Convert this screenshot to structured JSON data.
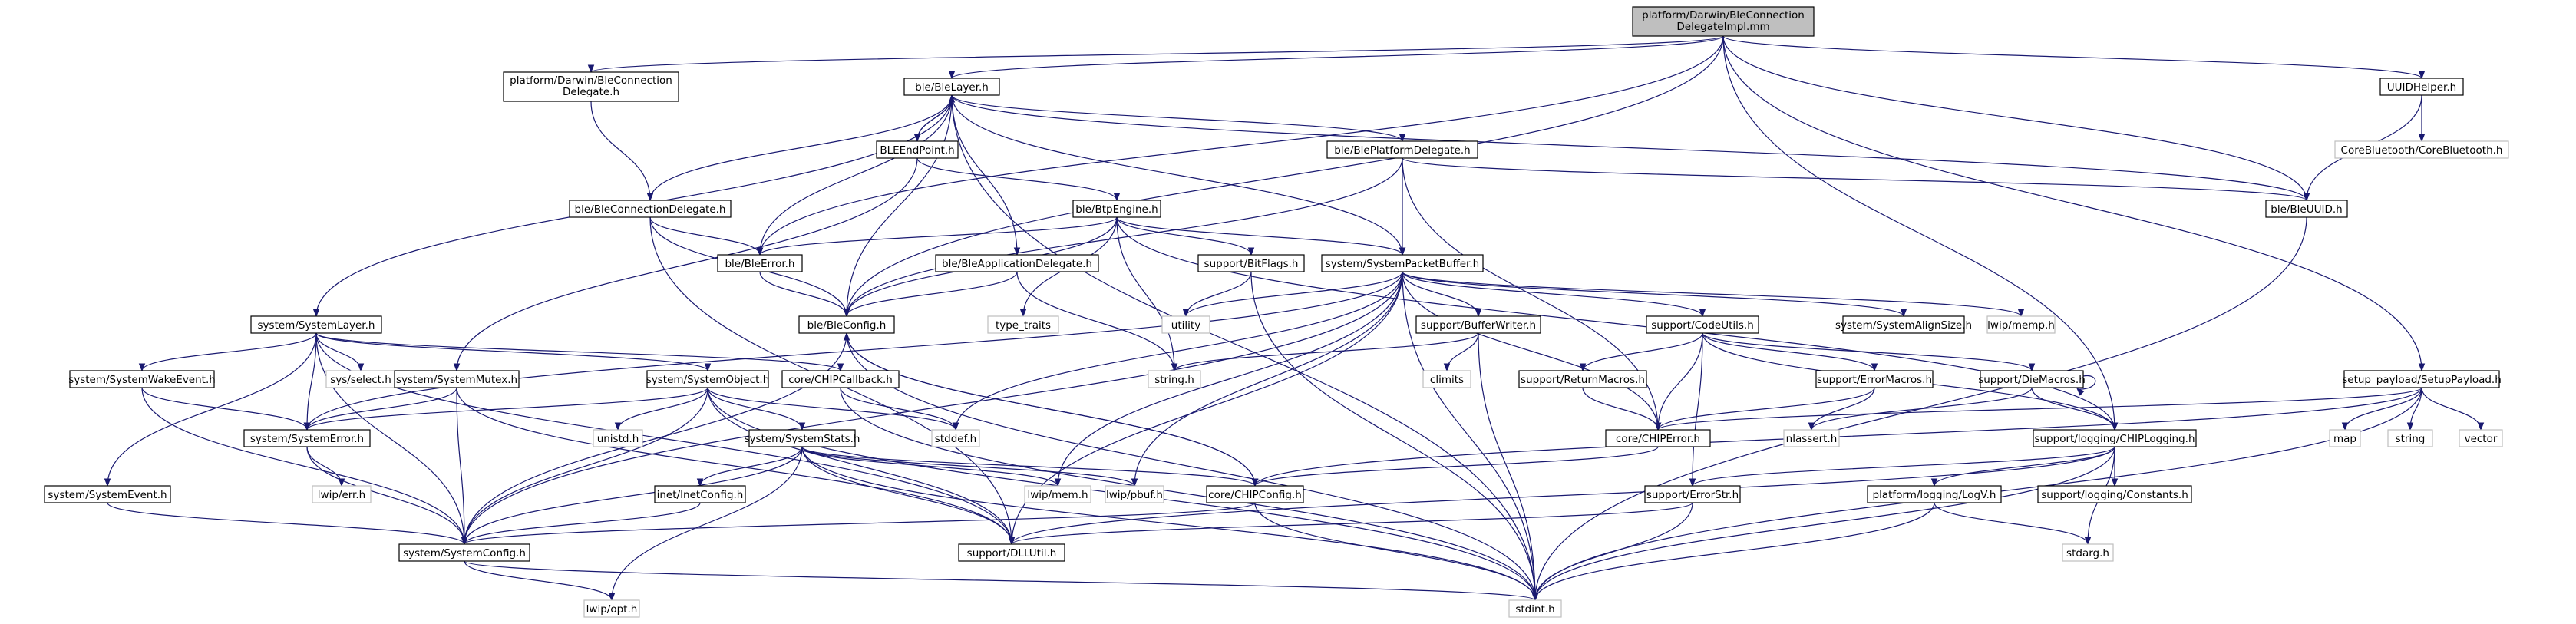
{
  "nodes": [
    {
      "id": "root",
      "lines": [
        "platform/Darwin/BleConnection",
        "DelegateImpl.mm"
      ],
      "kind": "root"
    },
    {
      "id": "pdbcd",
      "lines": [
        "platform/Darwin/BleConnection",
        "Delegate.h"
      ],
      "kind": "doc"
    },
    {
      "id": "blelayer",
      "lines": [
        "ble/BleLayer.h"
      ],
      "kind": "doc"
    },
    {
      "id": "uuidhelper",
      "lines": [
        "UUIDHelper.h"
      ],
      "kind": "doc"
    },
    {
      "id": "corebt",
      "lines": [
        "CoreBluetooth/CoreBluetooth.h"
      ],
      "kind": "ext"
    },
    {
      "id": "bleendpoint",
      "lines": [
        "BLEEndPoint.h"
      ],
      "kind": "doc"
    },
    {
      "id": "bleplatdel",
      "lines": [
        "ble/BlePlatformDelegate.h"
      ],
      "kind": "doc"
    },
    {
      "id": "bleuuid",
      "lines": [
        "ble/BleUUID.h"
      ],
      "kind": "doc"
    },
    {
      "id": "bleconndel",
      "lines": [
        "ble/BleConnectionDelegate.h"
      ],
      "kind": "doc"
    },
    {
      "id": "btpengine",
      "lines": [
        "ble/BtpEngine.h"
      ],
      "kind": "doc"
    },
    {
      "id": "bleerror",
      "lines": [
        "ble/BleError.h"
      ],
      "kind": "doc"
    },
    {
      "id": "bleappdel",
      "lines": [
        "ble/BleApplicationDelegate.h"
      ],
      "kind": "doc"
    },
    {
      "id": "bitflags",
      "lines": [
        "support/BitFlags.h"
      ],
      "kind": "doc"
    },
    {
      "id": "spb",
      "lines": [
        "system/SystemPacketBuffer.h"
      ],
      "kind": "doc"
    },
    {
      "id": "setuppayload",
      "lines": [
        "setup_payload/SetupPayload.h"
      ],
      "kind": "doc"
    },
    {
      "id": "syslayer",
      "lines": [
        "system/SystemLayer.h"
      ],
      "kind": "doc"
    },
    {
      "id": "bleconfig",
      "lines": [
        "ble/BleConfig.h"
      ],
      "kind": "doc"
    },
    {
      "id": "typetraits",
      "lines": [
        "type_traits"
      ],
      "kind": "ext"
    },
    {
      "id": "utility",
      "lines": [
        "utility"
      ],
      "kind": "ext"
    },
    {
      "id": "bufwriter",
      "lines": [
        "support/BufferWriter.h"
      ],
      "kind": "doc"
    },
    {
      "id": "codeutils",
      "lines": [
        "support/CodeUtils.h"
      ],
      "kind": "doc"
    },
    {
      "id": "sysalign",
      "lines": [
        "system/SystemAlignSize.h"
      ],
      "kind": "doc"
    },
    {
      "id": "lwipmemp",
      "lines": [
        "lwip/memp.h"
      ],
      "kind": "ext"
    },
    {
      "id": "syswake",
      "lines": [
        "system/SystemWakeEvent.h"
      ],
      "kind": "doc"
    },
    {
      "id": "sysselect",
      "lines": [
        "sys/select.h"
      ],
      "kind": "ext"
    },
    {
      "id": "sysmutex",
      "lines": [
        "system/SystemMutex.h"
      ],
      "kind": "doc"
    },
    {
      "id": "sysobject",
      "lines": [
        "system/SystemObject.h"
      ],
      "kind": "doc"
    },
    {
      "id": "chipcallback",
      "lines": [
        "core/CHIPCallback.h"
      ],
      "kind": "doc"
    },
    {
      "id": "climits",
      "lines": [
        "climits"
      ],
      "kind": "ext"
    },
    {
      "id": "stringh",
      "lines": [
        "string.h"
      ],
      "kind": "ext"
    },
    {
      "id": "retmacros",
      "lines": [
        "support/ReturnMacros.h"
      ],
      "kind": "doc"
    },
    {
      "id": "errmacros",
      "lines": [
        "support/ErrorMacros.h"
      ],
      "kind": "doc"
    },
    {
      "id": "diemacros",
      "lines": [
        "support/DieMacros.h"
      ],
      "kind": "doc"
    },
    {
      "id": "map",
      "lines": [
        "map"
      ],
      "kind": "ext"
    },
    {
      "id": "string",
      "lines": [
        "string"
      ],
      "kind": "ext"
    },
    {
      "id": "vector",
      "lines": [
        "vector"
      ],
      "kind": "ext"
    },
    {
      "id": "syserror",
      "lines": [
        "system/SystemError.h"
      ],
      "kind": "doc"
    },
    {
      "id": "unistd",
      "lines": [
        "unistd.h"
      ],
      "kind": "ext"
    },
    {
      "id": "stddef",
      "lines": [
        "stddef.h"
      ],
      "kind": "ext"
    },
    {
      "id": "chiperror",
      "lines": [
        "core/CHIPError.h"
      ],
      "kind": "doc"
    },
    {
      "id": "nlassert",
      "lines": [
        "nlassert.h"
      ],
      "kind": "ext"
    },
    {
      "id": "chiplogging",
      "lines": [
        "support/logging/CHIPLogging.h"
      ],
      "kind": "doc"
    },
    {
      "id": "sysstats",
      "lines": [
        "system/SystemStats.h"
      ],
      "kind": "doc"
    },
    {
      "id": "lwiperr",
      "lines": [
        "lwip/err.h"
      ],
      "kind": "ext"
    },
    {
      "id": "sysevent",
      "lines": [
        "system/SystemEvent.h"
      ],
      "kind": "doc"
    },
    {
      "id": "inetconfig",
      "lines": [
        "inet/InetConfig.h"
      ],
      "kind": "doc"
    },
    {
      "id": "lwipmem",
      "lines": [
        "lwip/mem.h"
      ],
      "kind": "ext"
    },
    {
      "id": "lwippbuf",
      "lines": [
        "lwip/pbuf.h"
      ],
      "kind": "ext"
    },
    {
      "id": "chipconfig",
      "lines": [
        "core/CHIPConfig.h"
      ],
      "kind": "doc"
    },
    {
      "id": "errorstr",
      "lines": [
        "support/ErrorStr.h"
      ],
      "kind": "doc"
    },
    {
      "id": "logv",
      "lines": [
        "platform/logging/LogV.h"
      ],
      "kind": "doc"
    },
    {
      "id": "logconst",
      "lines": [
        "support/logging/Constants.h"
      ],
      "kind": "doc"
    },
    {
      "id": "sysconfig",
      "lines": [
        "system/SystemConfig.h"
      ],
      "kind": "doc"
    },
    {
      "id": "dllutil",
      "lines": [
        "support/DLLUtil.h"
      ],
      "kind": "doc"
    },
    {
      "id": "stdarg",
      "lines": [
        "stdarg.h"
      ],
      "kind": "ext"
    },
    {
      "id": "lwipopt",
      "lines": [
        "lwip/opt.h"
      ],
      "kind": "ext"
    },
    {
      "id": "stdint",
      "lines": [
        "stdint.h"
      ],
      "kind": "ext"
    }
  ],
  "edges": [
    [
      "root",
      "pdbcd"
    ],
    [
      "root",
      "blelayer"
    ],
    [
      "root",
      "uuidhelper"
    ],
    [
      "root",
      "bleuuid"
    ],
    [
      "root",
      "bleerror"
    ],
    [
      "root",
      "bleconfig"
    ],
    [
      "root",
      "chiplogging"
    ],
    [
      "root",
      "setuppayload"
    ],
    [
      "pdbcd",
      "bleconndel"
    ],
    [
      "blelayer",
      "bleendpoint"
    ],
    [
      "blelayer",
      "bleplatdel"
    ],
    [
      "blelayer",
      "bleuuid"
    ],
    [
      "blelayer",
      "bleconndel"
    ],
    [
      "blelayer",
      "bleerror"
    ],
    [
      "blelayer",
      "bleappdel"
    ],
    [
      "blelayer",
      "spb"
    ],
    [
      "blelayer",
      "syslayer"
    ],
    [
      "blelayer",
      "bleconfig"
    ],
    [
      "blelayer",
      "stdint"
    ],
    [
      "uuidhelper",
      "corebt"
    ],
    [
      "uuidhelper",
      "bleuuid"
    ],
    [
      "bleendpoint",
      "blelayer"
    ],
    [
      "bleendpoint",
      "btpengine"
    ],
    [
      "bleendpoint",
      "sysmutex"
    ],
    [
      "bleplatdel",
      "bleuuid"
    ],
    [
      "bleplatdel",
      "spb"
    ],
    [
      "bleplatdel",
      "bleconfig"
    ],
    [
      "bleplatdel",
      "chiperror"
    ],
    [
      "bleuuid",
      "stdint"
    ],
    [
      "bleconndel",
      "bleerror"
    ],
    [
      "bleconndel",
      "bleconfig"
    ],
    [
      "bleconndel",
      "dllutil"
    ],
    [
      "btpengine",
      "bleerror"
    ],
    [
      "btpengine",
      "bitflags"
    ],
    [
      "btpengine",
      "spb"
    ],
    [
      "btpengine",
      "bleconfig"
    ],
    [
      "btpengine",
      "typetraits"
    ],
    [
      "btpengine",
      "stringh"
    ],
    [
      "btpengine",
      "chiplogging"
    ],
    [
      "bleerror",
      "bleconfig"
    ],
    [
      "bleappdel",
      "bleconfig"
    ],
    [
      "bleappdel",
      "stringh"
    ],
    [
      "bitflags",
      "utility"
    ],
    [
      "bitflags",
      "stdint"
    ],
    [
      "spb",
      "bufwriter"
    ],
    [
      "spb",
      "codeutils"
    ],
    [
      "spb",
      "sysalign"
    ],
    [
      "spb",
      "lwipmemp"
    ],
    [
      "spb",
      "utility"
    ],
    [
      "spb",
      "syserror"
    ],
    [
      "spb",
      "sysconfig"
    ],
    [
      "spb",
      "stddef"
    ],
    [
      "spb",
      "chiperror"
    ],
    [
      "spb",
      "lwipmem"
    ],
    [
      "spb",
      "lwippbuf"
    ],
    [
      "spb",
      "dllutil"
    ],
    [
      "spb",
      "stdint"
    ],
    [
      "setuppayload",
      "chiperror"
    ],
    [
      "setuppayload",
      "map"
    ],
    [
      "setuppayload",
      "string"
    ],
    [
      "setuppayload",
      "vector"
    ],
    [
      "setuppayload",
      "stdint"
    ],
    [
      "setuppayload",
      "chipconfig"
    ],
    [
      "syslayer",
      "syswake"
    ],
    [
      "syslayer",
      "sysselect"
    ],
    [
      "syslayer",
      "sysobject"
    ],
    [
      "syslayer",
      "chipcallback"
    ],
    [
      "syslayer",
      "syserror"
    ],
    [
      "syslayer",
      "sysevent"
    ],
    [
      "syslayer",
      "sysconfig"
    ],
    [
      "syslayer",
      "dllutil"
    ],
    [
      "bleconfig",
      "chipconfig"
    ],
    [
      "bleconfig",
      "sysconfig"
    ],
    [
      "bleconfig",
      "stdint"
    ],
    [
      "bufwriter",
      "climits"
    ],
    [
      "bufwriter",
      "stringh"
    ],
    [
      "bufwriter",
      "stdint"
    ],
    [
      "codeutils",
      "retmacros"
    ],
    [
      "codeutils",
      "errmacros"
    ],
    [
      "codeutils",
      "diemacros"
    ],
    [
      "codeutils",
      "chiperror"
    ],
    [
      "codeutils",
      "errorstr"
    ],
    [
      "codeutils",
      "chiplogging"
    ],
    [
      "syswake",
      "syserror"
    ],
    [
      "syswake",
      "sysconfig"
    ],
    [
      "sysmutex",
      "syserror"
    ],
    [
      "sysmutex",
      "sysconfig"
    ],
    [
      "sysmutex",
      "dllutil"
    ],
    [
      "sysobject",
      "syserror"
    ],
    [
      "sysobject",
      "unistd"
    ],
    [
      "sysobject",
      "stddef"
    ],
    [
      "sysobject",
      "sysstats"
    ],
    [
      "sysobject",
      "sysconfig"
    ],
    [
      "sysobject",
      "dllutil"
    ],
    [
      "sysobject",
      "stdint"
    ],
    [
      "chipcallback",
      "stddef"
    ],
    [
      "chipcallback",
      "stdint"
    ],
    [
      "retmacros",
      "chiperror"
    ],
    [
      "errmacros",
      "chiperror"
    ],
    [
      "errmacros",
      "nlassert"
    ],
    [
      "diemacros",
      "nlassert"
    ],
    [
      "diemacros",
      "chiplogging"
    ],
    [
      "diemacros",
      "diemacros"
    ],
    [
      "syserror",
      "sysconfig"
    ],
    [
      "syserror",
      "lwiperr"
    ],
    [
      "chiperror",
      "chipconfig"
    ],
    [
      "chiplogging",
      "errorstr"
    ],
    [
      "chiplogging",
      "logv"
    ],
    [
      "chiplogging",
      "logconst"
    ],
    [
      "chiplogging",
      "stdarg"
    ],
    [
      "chiplogging",
      "stdint"
    ],
    [
      "chiplogging",
      "dllutil"
    ],
    [
      "sysstats",
      "inetconfig"
    ],
    [
      "sysstats",
      "lwipmem"
    ],
    [
      "sysstats",
      "lwippbuf"
    ],
    [
      "sysstats",
      "chipconfig"
    ],
    [
      "sysstats",
      "sysconfig"
    ],
    [
      "sysstats",
      "dllutil"
    ],
    [
      "sysstats",
      "lwipopt"
    ],
    [
      "sysstats",
      "stdint"
    ],
    [
      "sysevent",
      "sysconfig"
    ],
    [
      "inetconfig",
      "sysconfig"
    ],
    [
      "chipconfig",
      "bleconfig"
    ],
    [
      "chipconfig",
      "sysconfig"
    ],
    [
      "chipconfig",
      "stdint"
    ],
    [
      "errorstr",
      "dllutil"
    ],
    [
      "errorstr",
      "stdint"
    ],
    [
      "logv",
      "stdarg"
    ],
    [
      "logv",
      "stdint"
    ],
    [
      "sysconfig",
      "lwipopt"
    ],
    [
      "sysconfig",
      "stdint"
    ]
  ]
}
